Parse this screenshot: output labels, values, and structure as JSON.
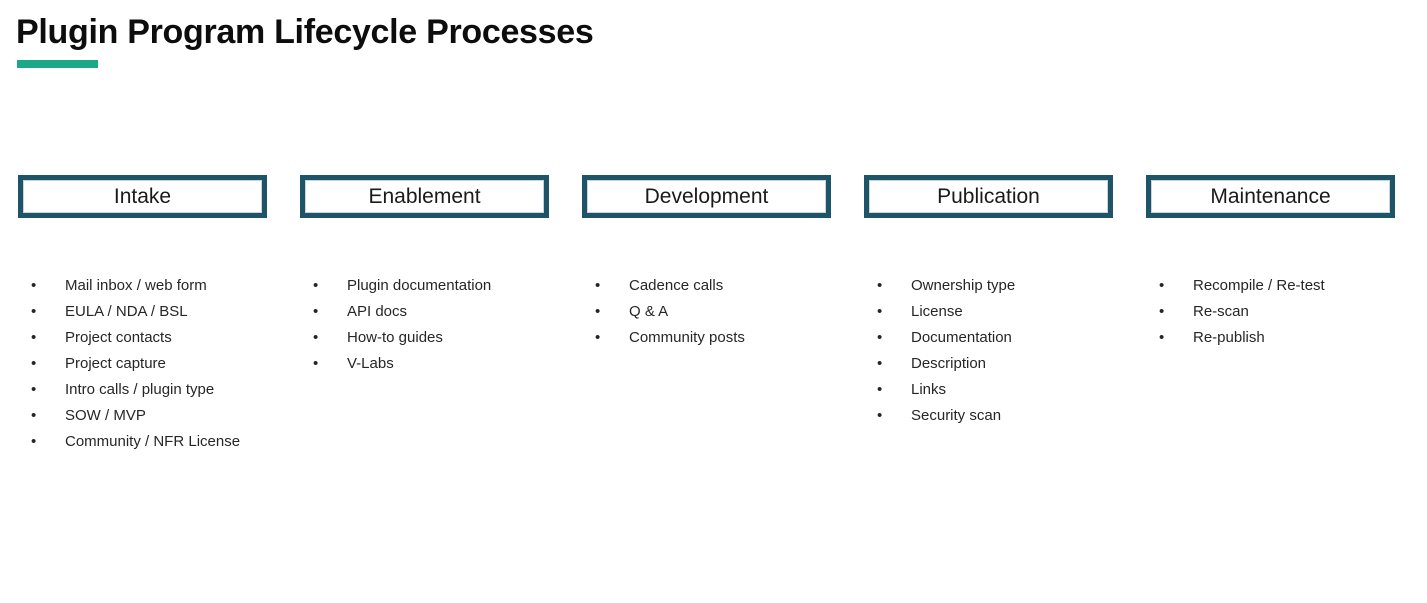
{
  "slide": {
    "title": "Plugin Program Lifecycle Processes",
    "accent_color": "#1aa888",
    "box_border_color": "#1d5467",
    "background_color": "#ffffff",
    "bullet_glyph": "•"
  },
  "columns": [
    {
      "phase": "Intake",
      "items": [
        "Mail inbox / web form",
        "EULA / NDA / BSL",
        "Project contacts",
        "Project capture",
        "Intro calls / plugin type",
        "SOW / MVP",
        "Community / NFR License"
      ]
    },
    {
      "phase": "Enablement",
      "items": [
        "Plugin documentation",
        "API docs",
        "How-to guides",
        "V-Labs"
      ]
    },
    {
      "phase": "Development",
      "items": [
        "Cadence calls",
        "Q & A",
        "Community posts"
      ]
    },
    {
      "phase": "Publication",
      "items": [
        "Ownership type",
        "License",
        "Documentation",
        "Description",
        "Links",
        "Security scan"
      ]
    },
    {
      "phase": "Maintenance",
      "items": [
        "Recompile / Re-test",
        "Re-scan",
        "Re-publish"
      ]
    }
  ]
}
